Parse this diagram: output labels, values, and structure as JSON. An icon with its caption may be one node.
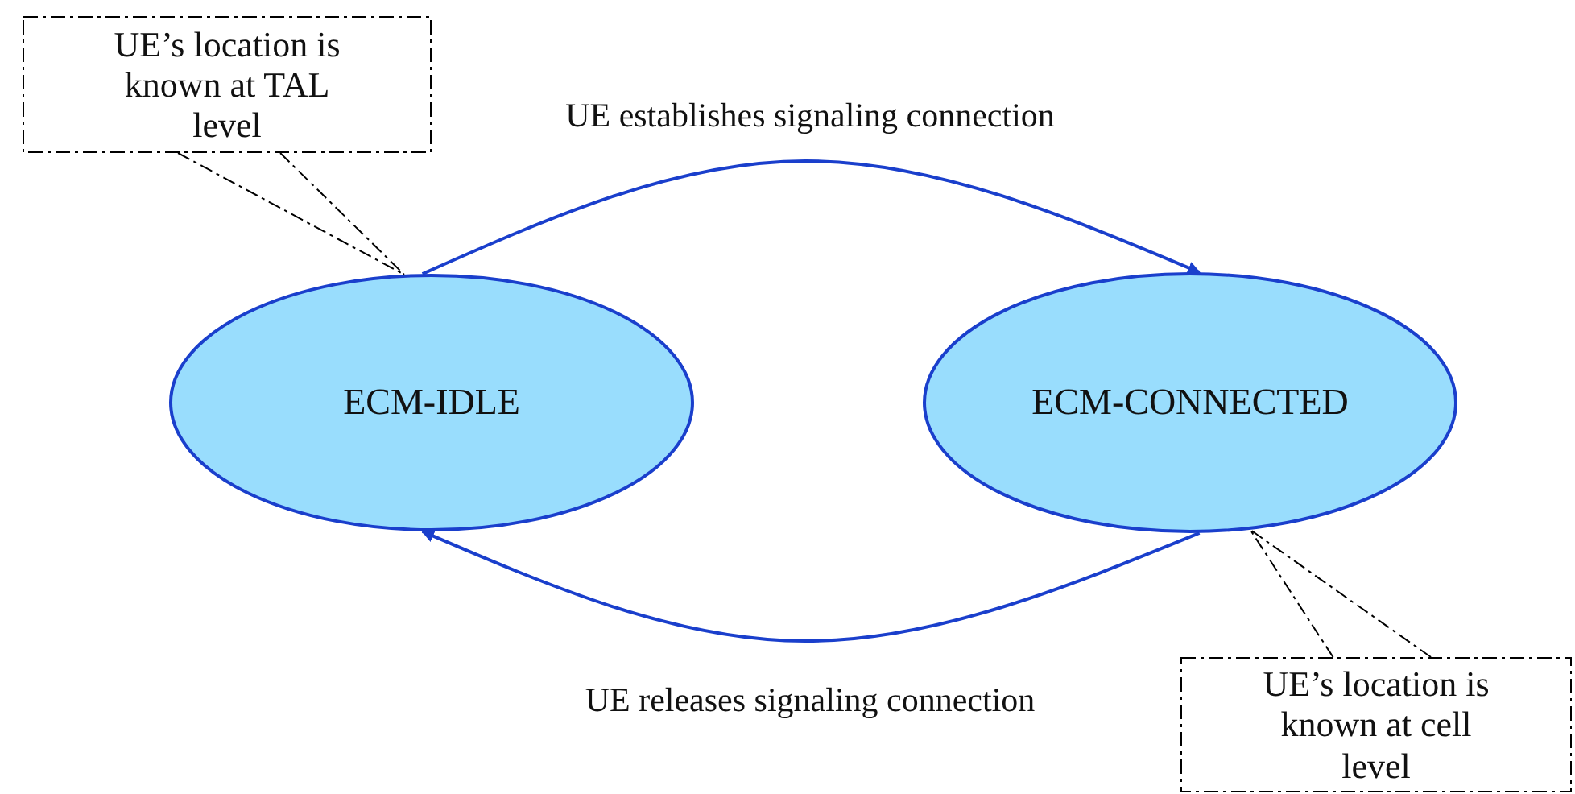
{
  "diagram": {
    "nodes": [
      {
        "text": [
          "UE’s location is known at TAL level"
        ]
      },
      {
        "text": [
          "ECM-IDLE"
        ]
      },
      {
        "text": [
          "ECM-CONNECTED"
        ]
      },
      {
        "text": [
          "UE’s location is known at cell level"
        ]
      }
    ],
    "edges": [
      {
        "from": 1,
        "to": 2,
        "arrow": "to",
        "label": "UE establishes signaling connection",
        "color": "#1a3fcc"
      },
      {
        "from": 2,
        "to": 1,
        "arrow": "to",
        "label": "UE releases signaling connection",
        "color": "#1a3fcc"
      },
      {
        "from": 0,
        "to": 1,
        "arrow": "none",
        "style": "dashed",
        "color": "#000000"
      },
      {
        "from": 3,
        "to": 2,
        "arrow": "none",
        "style": "dashed",
        "color": "#000000"
      }
    ]
  }
}
